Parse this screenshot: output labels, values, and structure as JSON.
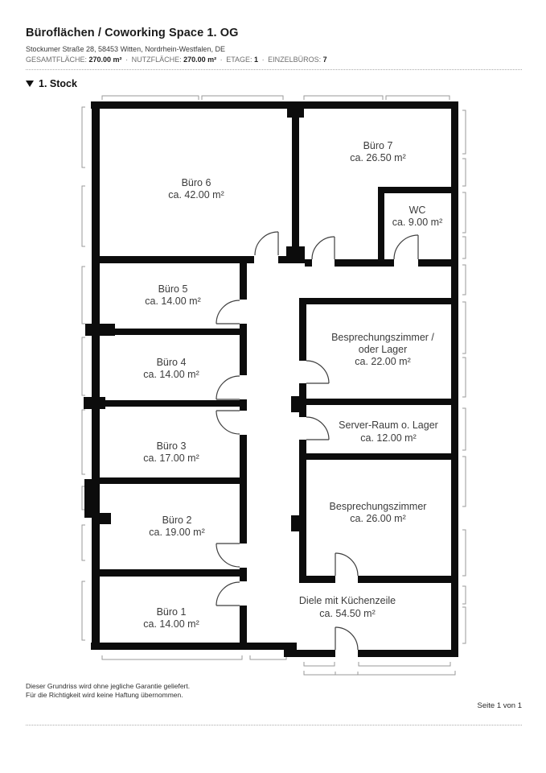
{
  "header": {
    "title": "Büroflächen / Coworking Space 1. OG",
    "address": "Stockumer Straße 28, 58453 Witten, Nordrhein-Westfalen, DE",
    "stats": [
      {
        "label": "GESAMTFLÄCHE:",
        "value": "270.00 m²"
      },
      {
        "label": "NUTZFLÄCHE:",
        "value": "270.00 m²"
      },
      {
        "label": "ETAGE:",
        "value": "1"
      },
      {
        "label": "EINZELBÜROS:",
        "value": "7"
      }
    ],
    "stats_separator": "·"
  },
  "floor_label": "1. Stock",
  "rooms": {
    "buero6": {
      "name": "Büro 6",
      "area": "ca. 42.00 m²"
    },
    "buero7": {
      "name": "Büro 7",
      "area": "ca. 26.50 m²"
    },
    "wc": {
      "name": "WC",
      "area": "ca. 9.00 m²"
    },
    "buero5": {
      "name": "Büro 5",
      "area": "ca. 14.00 m²"
    },
    "besprechung_lager": {
      "name_line1": "Besprechungszimmer /",
      "name_line2": "oder Lager",
      "area": "ca. 22.00 m²"
    },
    "buero4": {
      "name": "Büro 4",
      "area": "ca. 14.00 m²"
    },
    "server_raum": {
      "name": "Server-Raum o. Lager",
      "area": "ca. 12.00 m²"
    },
    "buero3": {
      "name": "Büro 3",
      "area": "ca. 17.00 m²"
    },
    "besprechungszimmer": {
      "name": "Besprechungszimmer",
      "area": "ca. 26.00 m²"
    },
    "buero2": {
      "name": "Büro 2",
      "area": "ca. 19.00 m²"
    },
    "buero1": {
      "name": "Büro 1",
      "area": "ca. 14.00 m²"
    },
    "diele": {
      "name": "Diele mit Küchenzeile",
      "area": "ca. 54.50 m²"
    }
  },
  "footer": {
    "disclaimer_line1": "Dieser Grundriss wird ohne jegliche Garantie geliefert.",
    "disclaimer_line2": "Für die Richtigkeit wird keine Haftung übernommen.",
    "page": "Seite 1 von 1"
  },
  "colors": {
    "wall": "#0c0c0c",
    "door_line": "#3f3f3f",
    "dimension_line": "#9a9a9a",
    "text": "#3c3c3c"
  }
}
